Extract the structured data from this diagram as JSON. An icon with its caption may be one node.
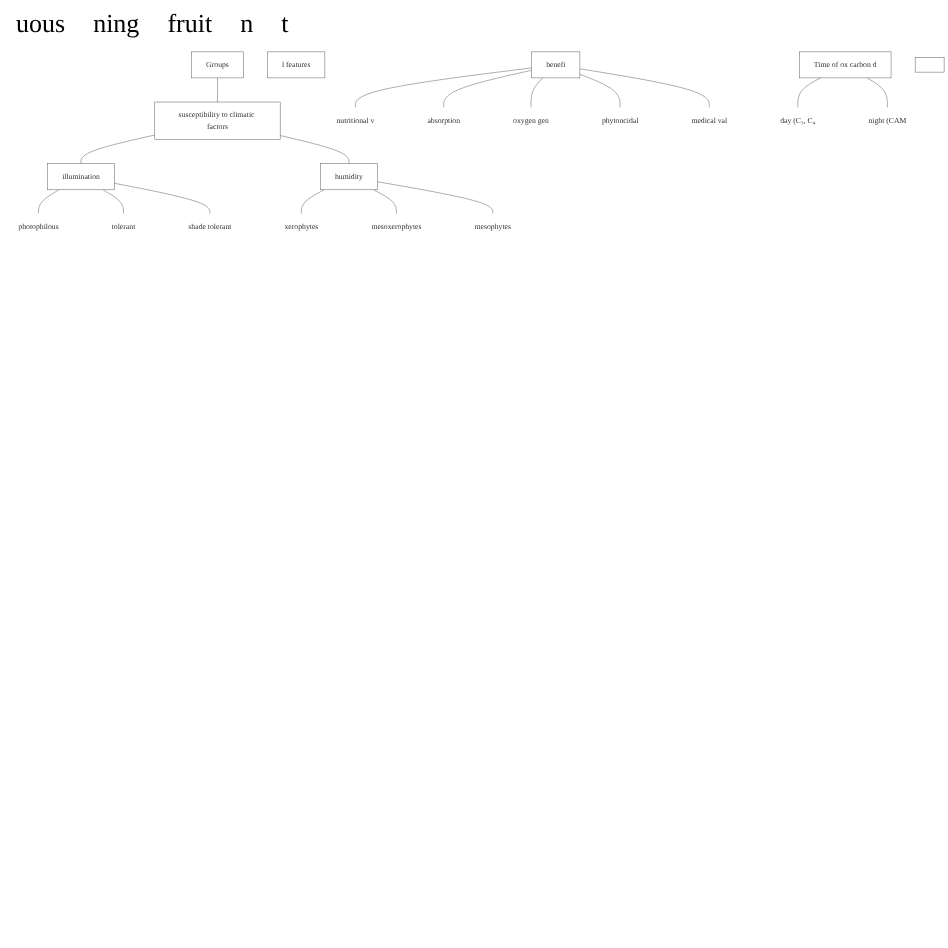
{
  "diagram": {
    "nodes": [
      {
        "text": [
          "Groups"
        ]
      },
      {
        "text": [
          "l features"
        ]
      },
      {
        "text": [
          "susceptibility to climatic factors"
        ]
      },
      {
        "text": [
          "illumination"
        ]
      },
      {
        "text": [
          "photophilous"
        ]
      },
      {
        "text": [
          "tolerant"
        ]
      },
      {
        "text": [
          "shade tolerant"
        ]
      },
      {
        "text": [
          "humidity"
        ]
      },
      {
        "text": [
          "xerophytes"
        ]
      },
      {
        "text": [
          "mesoxerophytes"
        ]
      },
      {
        "text": [
          "mesophytes"
        ]
      },
      {
        "text": [
          "benefi"
        ]
      },
      {
        "text": [
          "nutritional v"
        ]
      },
      {
        "text": [
          "absorption"
        ]
      },
      {
        "text": [
          "oxygen gen"
        ]
      },
      {
        "text": [
          "phytoncidal"
        ]
      },
      {
        "text": [
          "medical val"
        ]
      },
      {
        "text": [
          "Time of ox carbon d"
        ]
      },
      {
        "text": [
          "day (C₃, C₄"
        ]
      },
      {
        "text": [
          "night (CAM"
        ]
      },
      {
        "text": [],
        "shape": "box"
      }
    ],
    "edges": [
      {
        "from": 0,
        "to": 2,
        "arrow": "none"
      },
      {
        "from": 2,
        "to": 3,
        "arrow": "none"
      },
      {
        "from": 2,
        "to": 7,
        "arrow": "none"
      },
      {
        "from": 3,
        "to": 4,
        "arrow": "none"
      },
      {
        "from": 3,
        "to": 5,
        "arrow": "none"
      },
      {
        "from": 3,
        "to": 6,
        "arrow": "none"
      },
      {
        "from": 7,
        "to": 8,
        "arrow": "none"
      },
      {
        "from": 7,
        "to": 9,
        "arrow": "none"
      },
      {
        "from": 7,
        "to": 10,
        "arrow": "none"
      },
      {
        "from": 11,
        "to": 12,
        "arrow": "none"
      },
      {
        "from": 11,
        "to": 13,
        "arrow": "none"
      },
      {
        "from": 11,
        "to": 14,
        "arrow": "none"
      },
      {
        "from": 11,
        "to": 15,
        "arrow": "none"
      },
      {
        "from": 11,
        "to": 16,
        "arrow": "none"
      },
      {
        "from": 17,
        "to": 18,
        "arrow": "none"
      },
      {
        "from": 17,
        "to": 19,
        "arrow": "none"
      }
    ],
    "labels": [
      "uous",
      "ning",
      "fruit",
      "n",
      "t"
    ]
  }
}
